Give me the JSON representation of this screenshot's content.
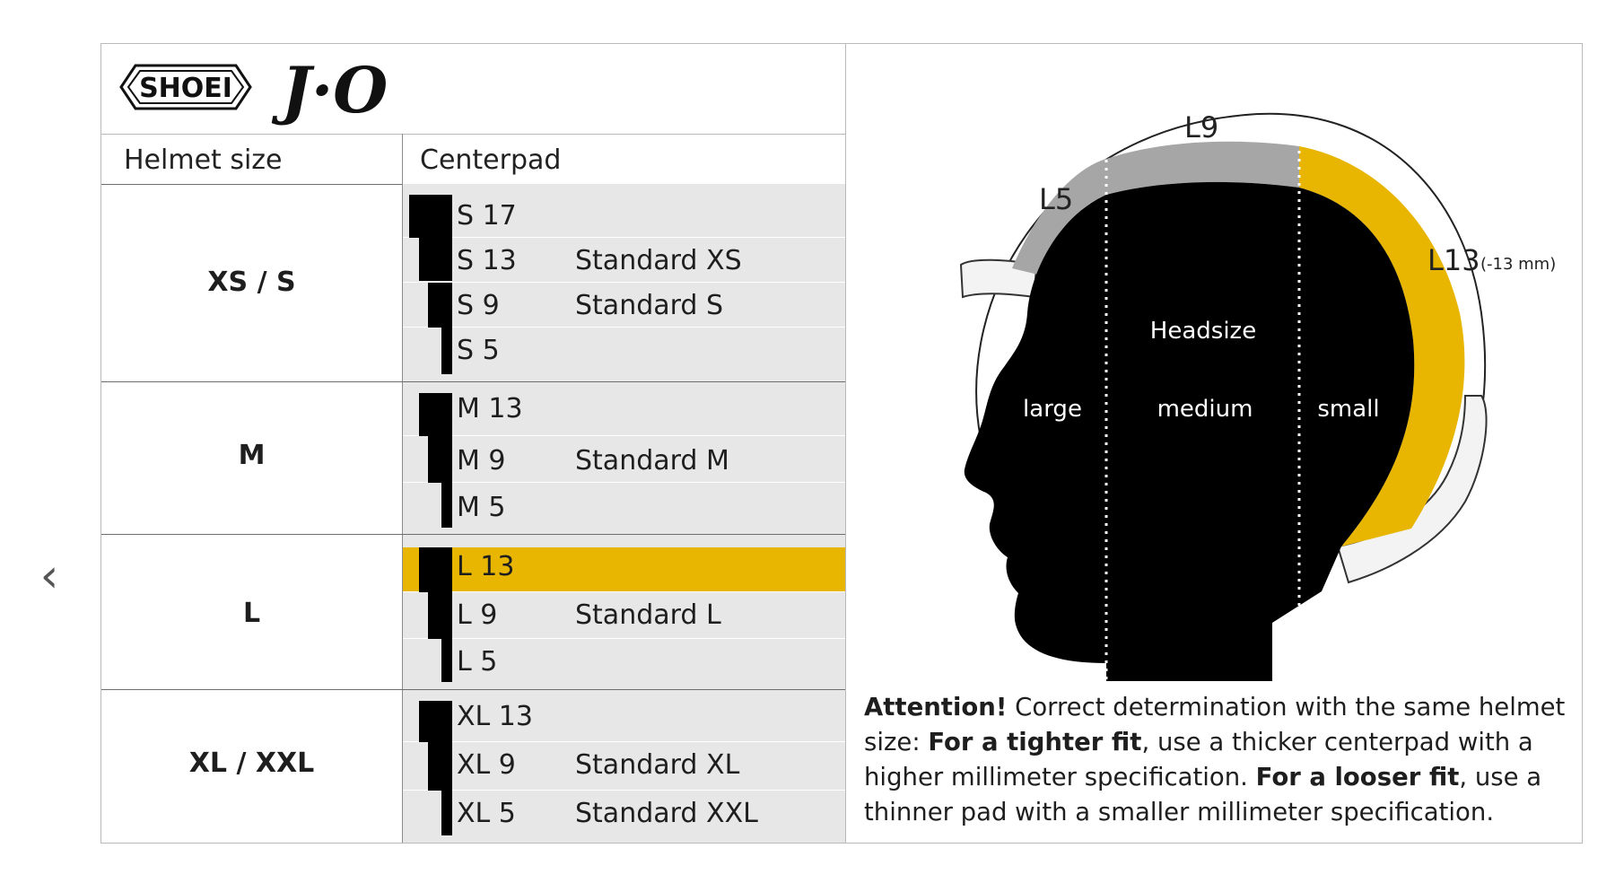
{
  "nav": {
    "prev_icon": "chevron-left-icon",
    "prev_glyph": "‹"
  },
  "logo": {
    "brand": "SHOEI",
    "model": "J·O"
  },
  "table": {
    "col_helmet_size": "Helmet size",
    "col_centerpad": "Centerpad",
    "groups": [
      {
        "label": "XS / S",
        "rows": [
          {
            "name": "S 17",
            "standard": ""
          },
          {
            "name": "S 13",
            "standard": "Standard XS"
          },
          {
            "name": "S 9",
            "standard": "Standard S"
          },
          {
            "name": "S 5",
            "standard": ""
          }
        ]
      },
      {
        "label": "M",
        "rows": [
          {
            "name": "M 13",
            "standard": ""
          },
          {
            "name": "M 9",
            "standard": "Standard M"
          },
          {
            "name": "M 5",
            "standard": ""
          }
        ]
      },
      {
        "label": "L",
        "rows": [
          {
            "name": "L 13",
            "standard": "",
            "selected": true
          },
          {
            "name": "L 9",
            "standard": "Standard L"
          },
          {
            "name": "L 5",
            "standard": ""
          }
        ]
      },
      {
        "label": "XL / XXL",
        "rows": [
          {
            "name": "XL 13",
            "standard": ""
          },
          {
            "name": "XL 9",
            "standard": "Standard XL"
          },
          {
            "name": "XL 5",
            "standard": "Standard XXL"
          }
        ]
      }
    ]
  },
  "diagram": {
    "label_l5": "L5",
    "label_l9": "L9",
    "label_l13": "L13",
    "label_l13_note": "(-13 mm)",
    "label_headsize": "Headsize",
    "label_large": "large",
    "label_medium": "medium",
    "label_small": "small",
    "colors": {
      "accent": "#e8b600",
      "pad_grey": "#a6a6a6",
      "head": "#000000"
    }
  },
  "attention": {
    "lead": "Attention!",
    "text1": " Correct determination with the same helmet size: ",
    "bold1": "For a tighter fit",
    "text2": ", use a thicker centerpad with a higher millimeter specification. ",
    "bold2": "For a looser fit",
    "text3": ", use a thinner pad with a smaller millimeter specification."
  }
}
